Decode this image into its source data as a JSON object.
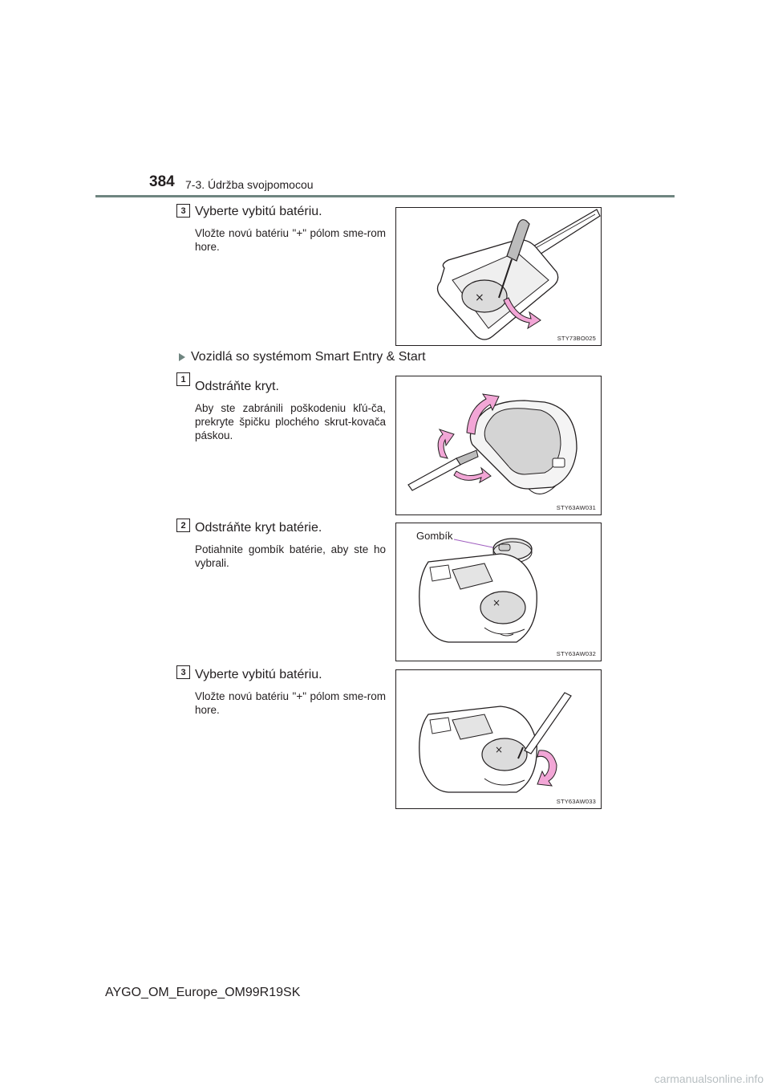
{
  "header": {
    "page_number": "384",
    "section_title": "7-3. Údržba svojpomocou"
  },
  "steps_a": [
    {
      "badge": "3",
      "title": "Vyberte vybitú batériu.",
      "desc": "Vložte novú batériu \"+\" pólom sme-rom hore.",
      "figure_code": "STY73BO025"
    }
  ],
  "subheading": "Vozidlá so systémom Smart Entry & Start",
  "steps_b": [
    {
      "badge": "1",
      "title": "Odstráňte kryt.",
      "desc": "Aby ste zabránili poškodeniu kľú-ča, prekryte špičku plochého skrut-kovača páskou.",
      "figure_code": "STY63AW031"
    },
    {
      "badge": "2",
      "title": "Odstráňte kryt batérie.",
      "desc": "Potiahnite gombík batérie, aby ste ho vybrali.",
      "figure_code": "STY63AW032",
      "callout": "Gombík"
    },
    {
      "badge": "3",
      "title": "Vyberte vybitú batériu.",
      "desc": "Vložte novú batériu \"+\" pólom sme-rom hore.",
      "figure_code": "STY63AW033"
    }
  ],
  "footer": {
    "doc_id": "AYGO_OM_Europe_OM99R19SK",
    "watermark": "carmanualsonline.info"
  },
  "colors": {
    "accent_rule": "#6f8580",
    "arrow_pink": "#f2a6d6",
    "text": "#231f20"
  }
}
